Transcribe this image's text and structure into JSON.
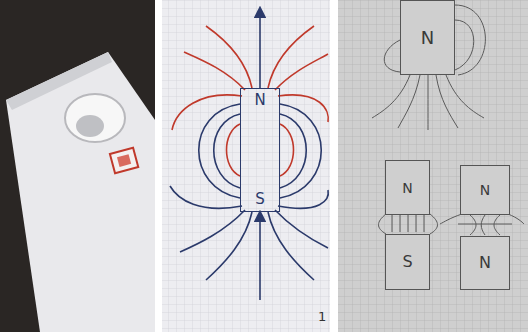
{
  "diagram": {
    "nodes": [
      {
        "text": [
          "N",
          "S"
        ]
      },
      {
        "text": [
          "N"
        ]
      },
      {
        "text": [
          "N"
        ]
      },
      {
        "text": [
          "S"
        ]
      },
      {
        "text": [
          "N"
        ]
      },
      {
        "text": [
          "N"
        ]
      }
    ],
    "labels": [
      "1"
    ]
  }
}
